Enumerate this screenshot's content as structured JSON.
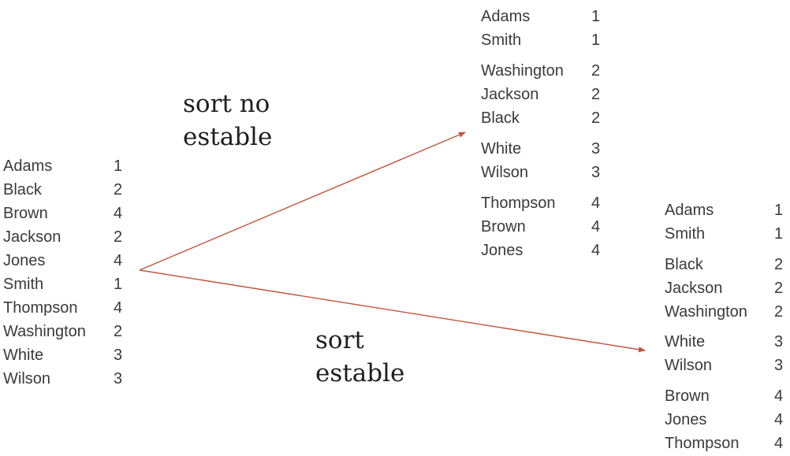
{
  "input_list": {
    "rows": [
      {
        "name": "Adams",
        "key": "1"
      },
      {
        "name": "Black",
        "key": "2"
      },
      {
        "name": "Brown",
        "key": "4"
      },
      {
        "name": "Jackson",
        "key": "2"
      },
      {
        "name": "Jones",
        "key": "4"
      },
      {
        "name": "Smith",
        "key": "1"
      },
      {
        "name": "Thompson",
        "key": "4"
      },
      {
        "name": "Washington",
        "key": "2"
      },
      {
        "name": "White",
        "key": "3"
      },
      {
        "name": "Wilson",
        "key": "3"
      }
    ]
  },
  "unstable_sort": {
    "label_line1": "sort no",
    "label_line2": "estable",
    "rows": [
      {
        "name": "Adams",
        "key": "1"
      },
      {
        "name": "Smith",
        "key": "1"
      },
      {
        "name": "Washington",
        "key": "2"
      },
      {
        "name": "Jackson",
        "key": "2"
      },
      {
        "name": "Black",
        "key": "2"
      },
      {
        "name": "White",
        "key": "3"
      },
      {
        "name": "Wilson",
        "key": "3"
      },
      {
        "name": "Thompson",
        "key": "4"
      },
      {
        "name": "Brown",
        "key": "4"
      },
      {
        "name": "Jones",
        "key": "4"
      }
    ]
  },
  "stable_sort": {
    "label_line1": "sort",
    "label_line2": "estable",
    "rows": [
      {
        "name": "Adams",
        "key": "1"
      },
      {
        "name": "Smith",
        "key": "1"
      },
      {
        "name": "Black",
        "key": "2"
      },
      {
        "name": "Jackson",
        "key": "2"
      },
      {
        "name": "Washington",
        "key": "2"
      },
      {
        "name": "White",
        "key": "3"
      },
      {
        "name": "Wilson",
        "key": "3"
      },
      {
        "name": "Brown",
        "key": "4"
      },
      {
        "name": "Jones",
        "key": "4"
      },
      {
        "name": "Thompson",
        "key": "4"
      }
    ]
  },
  "colors": {
    "arrow": "#c0553a",
    "list_text": "#3a3a3a",
    "label_text": "#1e1e1e"
  }
}
